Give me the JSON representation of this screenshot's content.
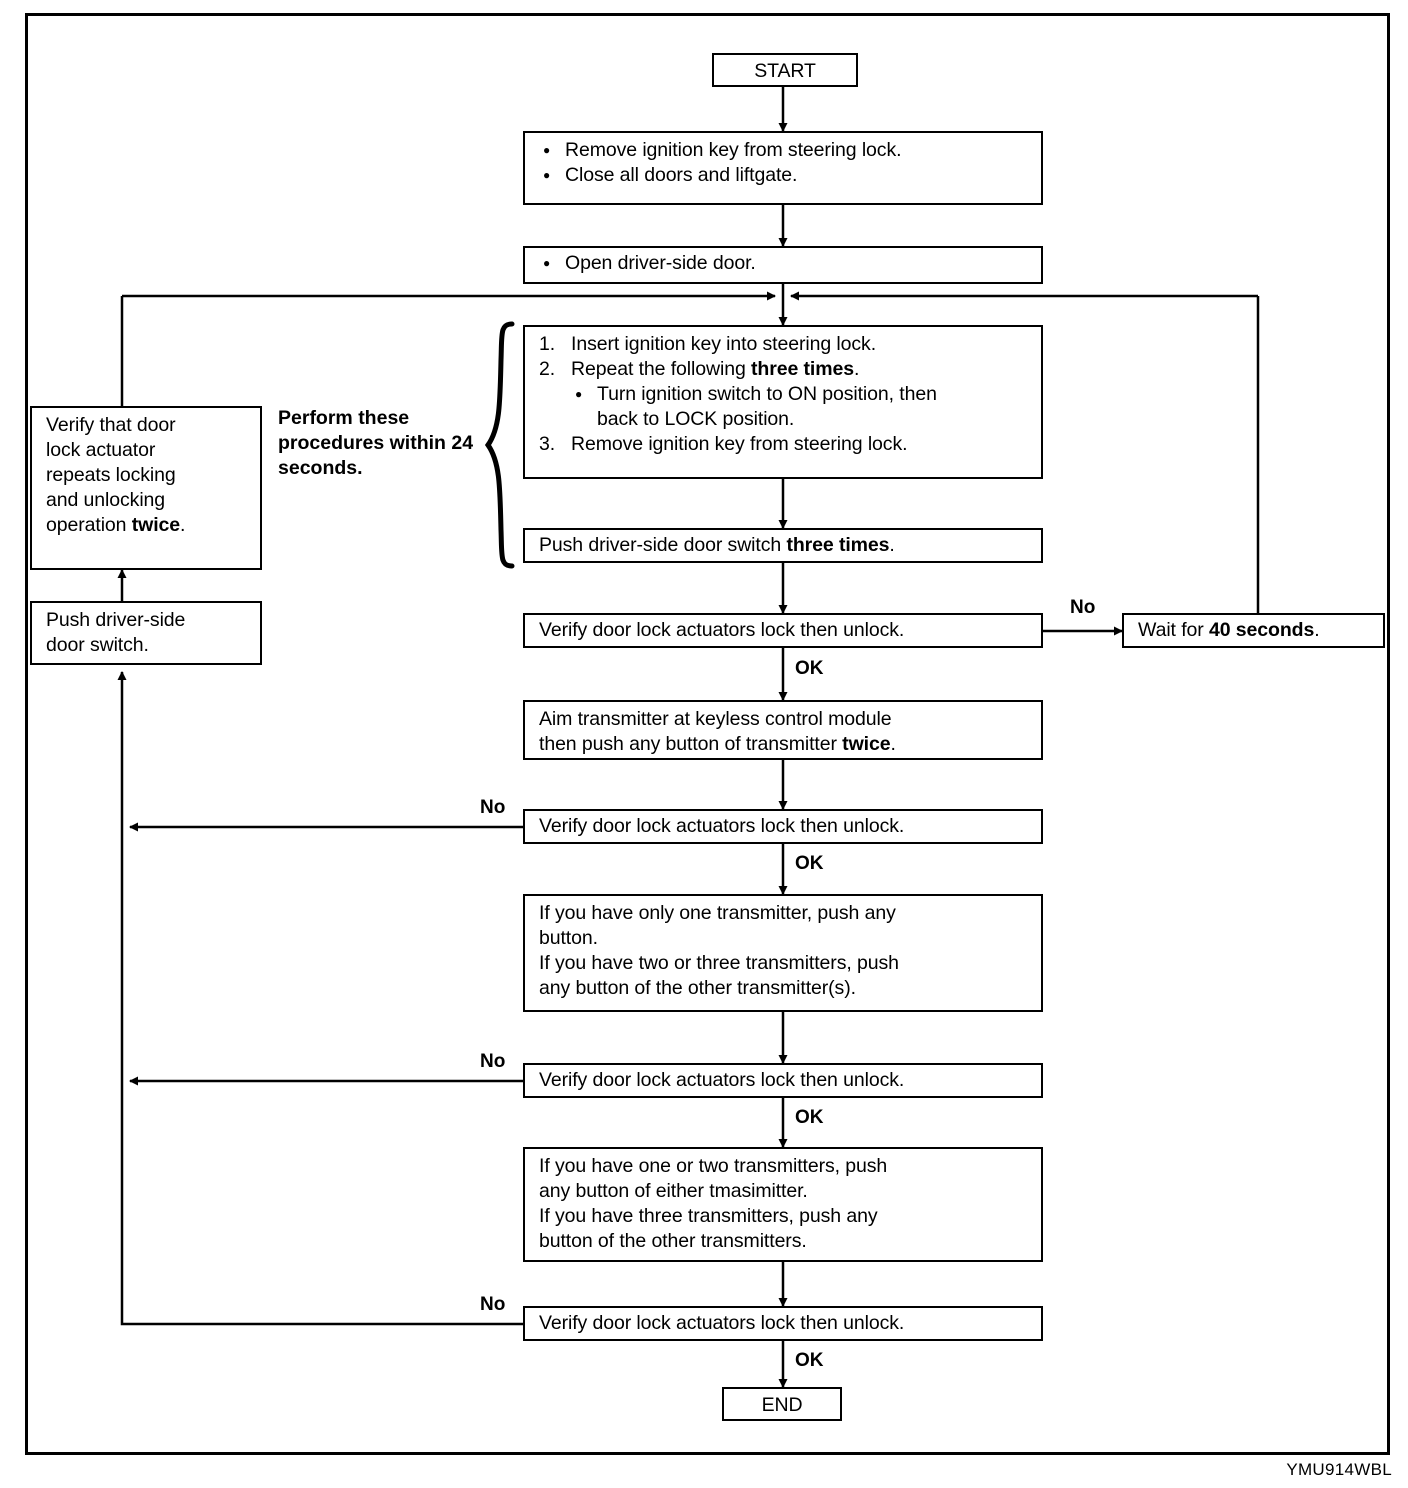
{
  "figure": {
    "code": "YMU914WBL",
    "note": "Perform these procedures within 24 seconds."
  },
  "nodes": {
    "start": "START",
    "prep": {
      "b1": "Remove ignition key from steering lock.",
      "b2": "Close all doors and liftgate."
    },
    "open_door": {
      "b1": "Open driver-side door."
    },
    "key_cycle": {
      "n1": "Insert ignition key into steering lock.",
      "n2_pre": "Repeat the following ",
      "n2_bold": "three times",
      "n2_post": ".",
      "n2_sub_line1": "Turn ignition switch to ON position, then",
      "n2_sub_line2": "back to LOCK position.",
      "n3": "Remove ignition key from steering lock."
    },
    "push_switch_three": {
      "pre": "Push driver-side door switch ",
      "bold": "three times",
      "post": "."
    },
    "verify1": "Verify door lock actuators lock then unlock.",
    "wait40": {
      "pre": "Wait for ",
      "bold": "40 seconds",
      "post": "."
    },
    "aim_transmitter": {
      "line1": "Aim transmitter at keyless control module",
      "line2_pre": "then push any button of transmitter ",
      "line2_bold": "twice",
      "line2_post": "."
    },
    "verify2": "Verify door lock actuators lock then unlock.",
    "transmitter_a": {
      "line1": "If you have only one transmitter, push any",
      "line2": "button.",
      "line3": "If you have two or three transmitters, push",
      "line4": "any button of the other transmitter(s)."
    },
    "verify3": "Verify door lock actuators lock then unlock.",
    "transmitter_b": {
      "line1": "If you have one or two transmitters, push",
      "line2": "any button of either tmasimitter.",
      "line3": "If you have three transmitters, push any",
      "line4": "button of the other transmitters."
    },
    "verify4": "Verify door lock actuators lock then unlock.",
    "end": "END",
    "verify_actuator_twice": {
      "line1": "Verify that door",
      "line2": "lock actuator",
      "line3": "repeats locking",
      "line4": "and unlocking",
      "line5_pre": "operation ",
      "line5_bold": "twice",
      "line5_post": "."
    },
    "push_door_switch": {
      "line1": "Push driver-side",
      "line2": "door switch."
    }
  },
  "edge_labels": {
    "ok1": "OK",
    "ok2": "OK",
    "ok3": "OK",
    "ok4": "OK",
    "no1": "No",
    "no2": "No",
    "no3": "No",
    "no4": "No"
  },
  "colors": {
    "ink": "#000000",
    "paper": "#ffffff"
  }
}
